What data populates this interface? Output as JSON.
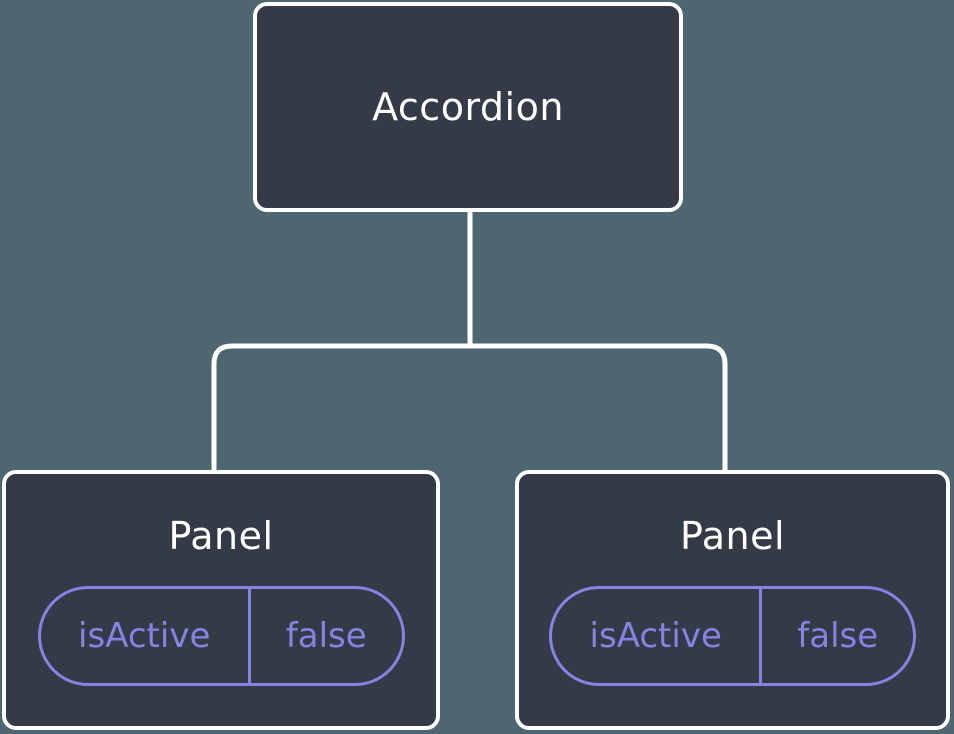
{
  "diagram": {
    "kind": "component-state-tree",
    "root": {
      "label": "Accordion"
    },
    "children": [
      {
        "label": "Panel",
        "state": {
          "key": "isActive",
          "value": "false"
        }
      },
      {
        "label": "Panel",
        "state": {
          "key": "isActive",
          "value": "false"
        }
      }
    ],
    "colors": {
      "background": "#4D6670",
      "node_fill": "#343A46",
      "node_border": "#FFFFFF",
      "connector": "#FFFFFF",
      "state_accent": "#8384E6"
    }
  }
}
